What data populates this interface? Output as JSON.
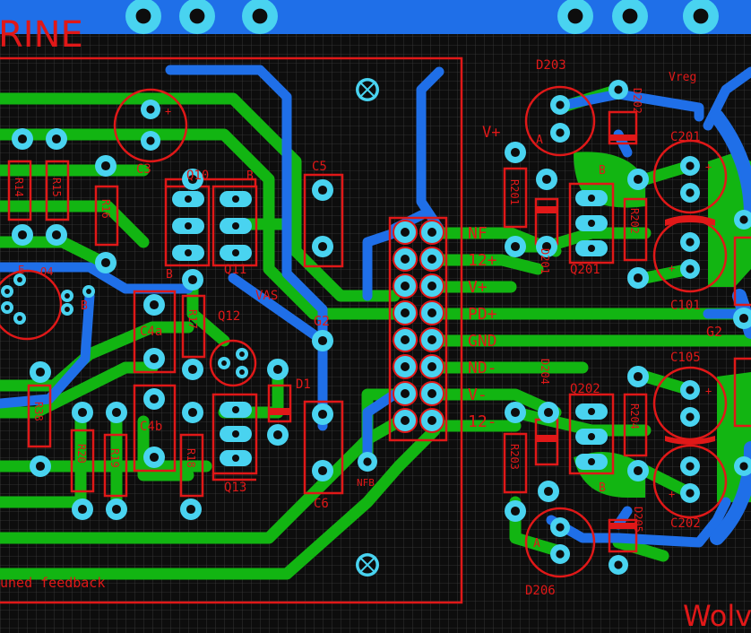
{
  "board": {
    "title_text": "RINE",
    "maker_text": "Wolv",
    "footer_note": "uned feedback"
  },
  "colors": {
    "background": "#0d0d0d",
    "grid": "#3a3a3a",
    "top_copper": "#1f6fe8",
    "bottom_copper": "#12b512",
    "silkscreen": "#e01818",
    "pad": "#49d3f0",
    "drill": "#0d0d0d"
  },
  "connector_labels": [
    "NF",
    "12+",
    "V+",
    "PD+",
    "GND",
    "ND-",
    "V-",
    "12-"
  ],
  "net_labels": {
    "vas": "VAS",
    "g2_left": "G2",
    "g2_right": "G2",
    "nfb": "NFB",
    "vreg": "Vreg",
    "v_plus": "V+",
    "b_marker": "B",
    "e_marker": "E",
    "a_marker": "A"
  },
  "components": {
    "c3": "C3",
    "c5": "C5",
    "c6": "C6",
    "c4a": "C4a",
    "c4b": "C4b",
    "c201": "C201",
    "c101": "C101",
    "c105": "C105",
    "c202": "C202",
    "d203": "D203",
    "d202": "D202",
    "d201": "D201",
    "d204": "D204",
    "d205": "D205",
    "d206": "D206",
    "d1": "D1",
    "q10": "Q10",
    "q11": "Q11",
    "q12": "Q12",
    "q13": "Q13",
    "q201": "Q201",
    "q202": "Q202",
    "q04": "Q4",
    "r14": "R14",
    "r15": "R15",
    "r16": "R16",
    "r17": "R17",
    "r18": "R18",
    "r19": "R19",
    "r20": "R20",
    "r38": "R38",
    "r201": "R201",
    "r202": "R202",
    "r203": "R203",
    "r204": "R204"
  },
  "icons": {
    "mounting_hole_top": "mounting-hole-x-icon",
    "mounting_hole_bottom": "mounting-hole-x-icon"
  }
}
